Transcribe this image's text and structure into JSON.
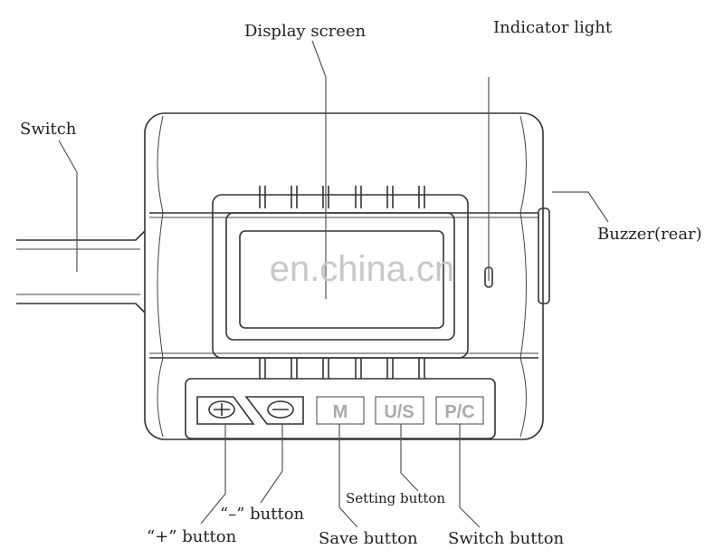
{
  "labels": {
    "display_screen": "Display screen",
    "indicator_light": "Indicator light",
    "switch": "Switch",
    "buzzer": "Buzzer(rear)",
    "plus_button": "“+” button",
    "minus_button": "“–” button",
    "save_button": "Save button",
    "setting_button": "Setting button",
    "switch_button": "Switch button"
  },
  "buttons": {
    "m": "M",
    "us": "U/S",
    "pc": "P/C"
  },
  "watermark": "en.china.cn"
}
